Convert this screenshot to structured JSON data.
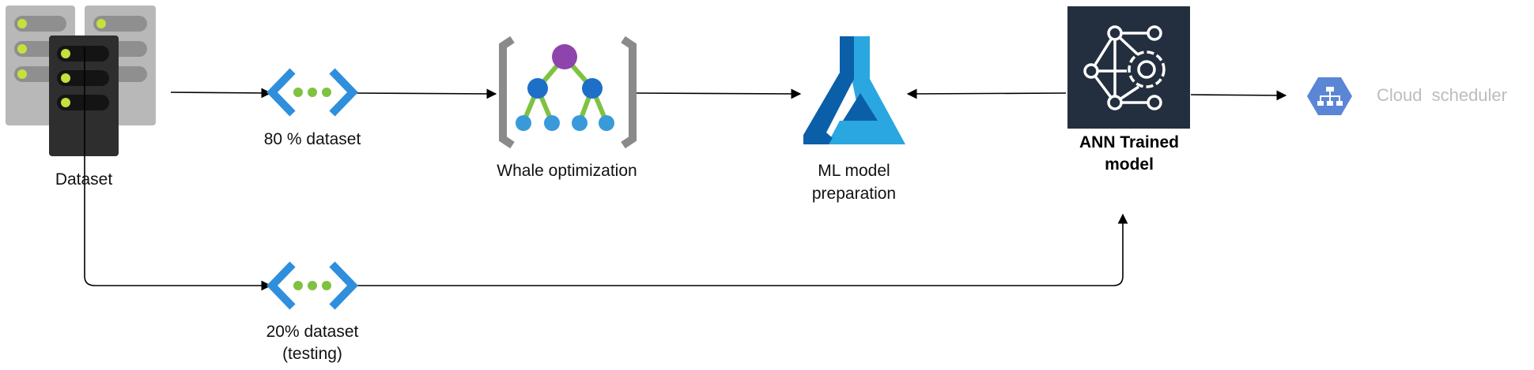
{
  "nodes": {
    "dataset": {
      "label": "Dataset",
      "icon": "server-rack-icon"
    },
    "train_split": {
      "label": "80 % dataset",
      "icon": "ellipsis-brackets-icon"
    },
    "test_split": {
      "label_line1": "20% dataset",
      "label_line2": "(testing)",
      "icon": "ellipsis-brackets-icon"
    },
    "whale": {
      "label": "Whale optimization",
      "icon": "hierarchy-brackets-icon"
    },
    "ml_prep": {
      "label_line1": "ML model",
      "label_line2": "preparation",
      "icon": "flask-icon"
    },
    "ann": {
      "label_line1": "ANN Trained",
      "label_line2": "model",
      "icon": "neural-gear-icon"
    },
    "scheduler": {
      "label": "Cloud  scheduler",
      "icon": "hexagon-network-icon"
    }
  },
  "edges": [
    {
      "from": "dataset",
      "to": "train_split"
    },
    {
      "from": "train_split",
      "to": "whale"
    },
    {
      "from": "whale",
      "to": "ml_prep"
    },
    {
      "from": "ann",
      "to": "ml_prep"
    },
    {
      "from": "ann",
      "to": "scheduler"
    },
    {
      "from": "dataset",
      "to": "test_split"
    },
    {
      "from": "test_split",
      "to": "ann"
    }
  ],
  "colors": {
    "server_light": "#b8b8b8",
    "server_dark": "#2e2e2e",
    "server_led": "#c6e03c",
    "bracket_blue": "#2f8fdc",
    "dot_green": "#7fc241",
    "tree_top": "#8e44ad",
    "tree_node": "#1e6fc8",
    "tree_leaf": "#3a9ad9",
    "flask_dark": "#0a5fa8",
    "flask_light": "#2aa7e0",
    "ann_bg": "#232f3e",
    "gcp_blue": "#5b86d6"
  }
}
